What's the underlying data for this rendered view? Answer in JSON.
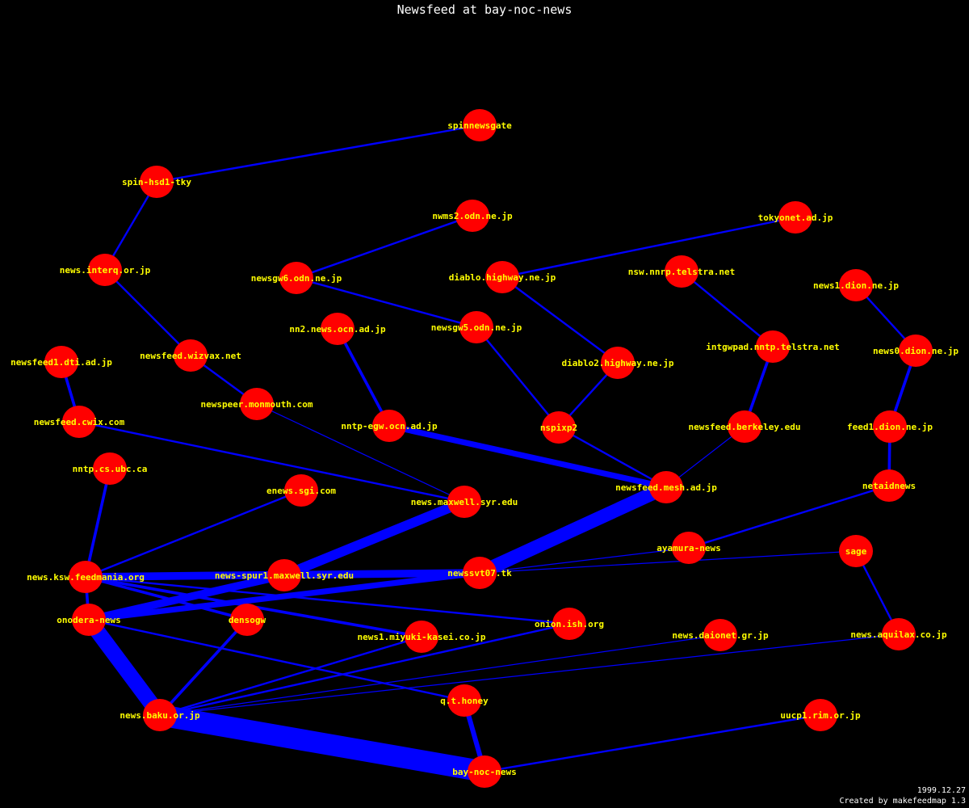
{
  "title": "Newsfeed at bay-noc-news",
  "footer": {
    "date": "1999.12.27",
    "credit": "Created by makefeedmap 1.3"
  },
  "colors": {
    "background": "#000000",
    "node": "#ff0000",
    "edge": "#0000ff",
    "label": "#ffff00"
  },
  "nodes": [
    "spinnewsgate",
    "spin-hsd1-tky",
    "nwms2.odn.ne.jp",
    "tokyonet.ad.jp",
    "news.interq.or.jp",
    "newsgw6.odn.ne.jp",
    "diablo.highway.ne.jp",
    "nsw.nnrp.telstra.net",
    "news1.dion.ne.jp",
    "nn2.news.ocn.ad.jp",
    "newsgw5.odn.ne.jp",
    "intgwpad.nntp.telstra.net",
    "news0.dion.ne.jp",
    "newsfeed1.dti.ad.jp",
    "newsfeed.wizvax.net",
    "diablo2.highway.ne.jp",
    "newspeer.monmouth.com",
    "newsfeed.cwix.com",
    "nntp-egw.ocn.ad.jp",
    "nspixp2",
    "newsfeed.berkeley.edu",
    "feed1.dion.ne.jp",
    "nntp.cs.ubc.ca",
    "enews.sgi.com",
    "news.maxwell.syr.edu",
    "newsfeed.mesh.ad.jp",
    "netaidnews",
    "ayamura-news",
    "sage",
    "news.ksw.feedmania.org",
    "news-spur1.maxwell.syr.edu",
    "newssvt07.tk",
    "onodera-news",
    "densogw",
    "news1.miyuki-kasei.co.jp",
    "onion.ish.org",
    "news.daionet.gr.jp",
    "news.aquilax.co.jp",
    "q.t.honey",
    "news.baku.or.jp",
    "uucp1.rim.or.jp",
    "bay-noc-news"
  ],
  "edges": [
    {
      "from": "spinnewsgate",
      "to": "spin-hsd1-tky",
      "weight": 2
    },
    {
      "from": "spin-hsd1-tky",
      "to": "news.interq.or.jp",
      "weight": 2
    },
    {
      "from": "news.interq.or.jp",
      "to": "newsfeed.wizvax.net",
      "weight": 2
    },
    {
      "from": "newsfeed.wizvax.net",
      "to": "newspeer.monmouth.com",
      "weight": 2
    },
    {
      "from": "newspeer.monmouth.com",
      "to": "news.maxwell.syr.edu",
      "weight": 1
    },
    {
      "from": "nwms2.odn.ne.jp",
      "to": "newsgw6.odn.ne.jp",
      "weight": 2
    },
    {
      "from": "newsgw6.odn.ne.jp",
      "to": "newsgw5.odn.ne.jp",
      "weight": 2
    },
    {
      "from": "tokyonet.ad.jp",
      "to": "diablo.highway.ne.jp",
      "weight": 2
    },
    {
      "from": "diablo.highway.ne.jp",
      "to": "diablo2.highway.ne.jp",
      "weight": 2
    },
    {
      "from": "newsgw5.odn.ne.jp",
      "to": "nspixp2",
      "weight": 2
    },
    {
      "from": "diablo2.highway.ne.jp",
      "to": "nspixp2",
      "weight": 2
    },
    {
      "from": "nn2.news.ocn.ad.jp",
      "to": "nntp-egw.ocn.ad.jp",
      "weight": 3
    },
    {
      "from": "nntp-egw.ocn.ad.jp",
      "to": "newsfeed.mesh.ad.jp",
      "weight": 6
    },
    {
      "from": "nspixp2",
      "to": "newsfeed.mesh.ad.jp",
      "weight": 2
    },
    {
      "from": "nsw.nnrp.telstra.net",
      "to": "intgwpad.nntp.telstra.net",
      "weight": 2
    },
    {
      "from": "intgwpad.nntp.telstra.net",
      "to": "newsfeed.berkeley.edu",
      "weight": 3
    },
    {
      "from": "newsfeed.berkeley.edu",
      "to": "newsfeed.mesh.ad.jp",
      "weight": 1
    },
    {
      "from": "news1.dion.ne.jp",
      "to": "news0.dion.ne.jp",
      "weight": 2
    },
    {
      "from": "news0.dion.ne.jp",
      "to": "feed1.dion.ne.jp",
      "weight": 3
    },
    {
      "from": "feed1.dion.ne.jp",
      "to": "netaidnews",
      "weight": 3
    },
    {
      "from": "netaidnews",
      "to": "ayamura-news",
      "weight": 2
    },
    {
      "from": "newsfeed1.dti.ad.jp",
      "to": "newsfeed.cwix.com",
      "weight": 3
    },
    {
      "from": "newsfeed.cwix.com",
      "to": "news.maxwell.syr.edu",
      "weight": 2
    },
    {
      "from": "newsfeed.mesh.ad.jp",
      "to": "newssvt07.tk",
      "weight": 14
    },
    {
      "from": "news.maxwell.syr.edu",
      "to": "news-spur1.maxwell.syr.edu",
      "weight": 10
    },
    {
      "from": "news-spur1.maxwell.syr.edu",
      "to": "onodera-news",
      "weight": 8
    },
    {
      "from": "news.ksw.feedmania.org",
      "to": "newssvt07.tk",
      "weight": 8
    },
    {
      "from": "onodera-news",
      "to": "newssvt07.tk",
      "weight": 6
    },
    {
      "from": "newssvt07.tk",
      "to": "ayamura-news",
      "weight": 1
    },
    {
      "from": "newssvt07.tk",
      "to": "sage",
      "weight": 1
    },
    {
      "from": "sage",
      "to": "news.aquilax.co.jp",
      "weight": 2
    },
    {
      "from": "nntp.cs.ubc.ca",
      "to": "news.ksw.feedmania.org",
      "weight": 3
    },
    {
      "from": "enews.sgi.com",
      "to": "news.ksw.feedmania.org",
      "weight": 2
    },
    {
      "from": "news.ksw.feedmania.org",
      "to": "onodera-news",
      "weight": 3
    },
    {
      "from": "news.ksw.feedmania.org",
      "to": "densogw",
      "weight": 3
    },
    {
      "from": "news.ksw.feedmania.org",
      "to": "news1.miyuki-kasei.co.jp",
      "weight": 3
    },
    {
      "from": "news.ksw.feedmania.org",
      "to": "onion.ish.org",
      "weight": 2
    },
    {
      "from": "onodera-news",
      "to": "news.baku.or.jp",
      "weight": 16
    },
    {
      "from": "onodera-news",
      "to": "q.t.honey",
      "weight": 2
    },
    {
      "from": "densogw",
      "to": "news.baku.or.jp",
      "weight": 3
    },
    {
      "from": "news.baku.or.jp",
      "to": "news1.miyuki-kasei.co.jp",
      "weight": 2
    },
    {
      "from": "news.baku.or.jp",
      "to": "onion.ish.org",
      "weight": 2
    },
    {
      "from": "news.baku.or.jp",
      "to": "news.daionet.gr.jp",
      "weight": 1
    },
    {
      "from": "news.baku.or.jp",
      "to": "news.aquilax.co.jp",
      "weight": 1
    },
    {
      "from": "news.baku.or.jp",
      "to": "bay-noc-news",
      "weight": 22
    },
    {
      "from": "q.t.honey",
      "to": "bay-noc-news",
      "weight": 5
    },
    {
      "from": "bay-noc-news",
      "to": "uucp1.rim.or.jp",
      "weight": 2
    }
  ]
}
